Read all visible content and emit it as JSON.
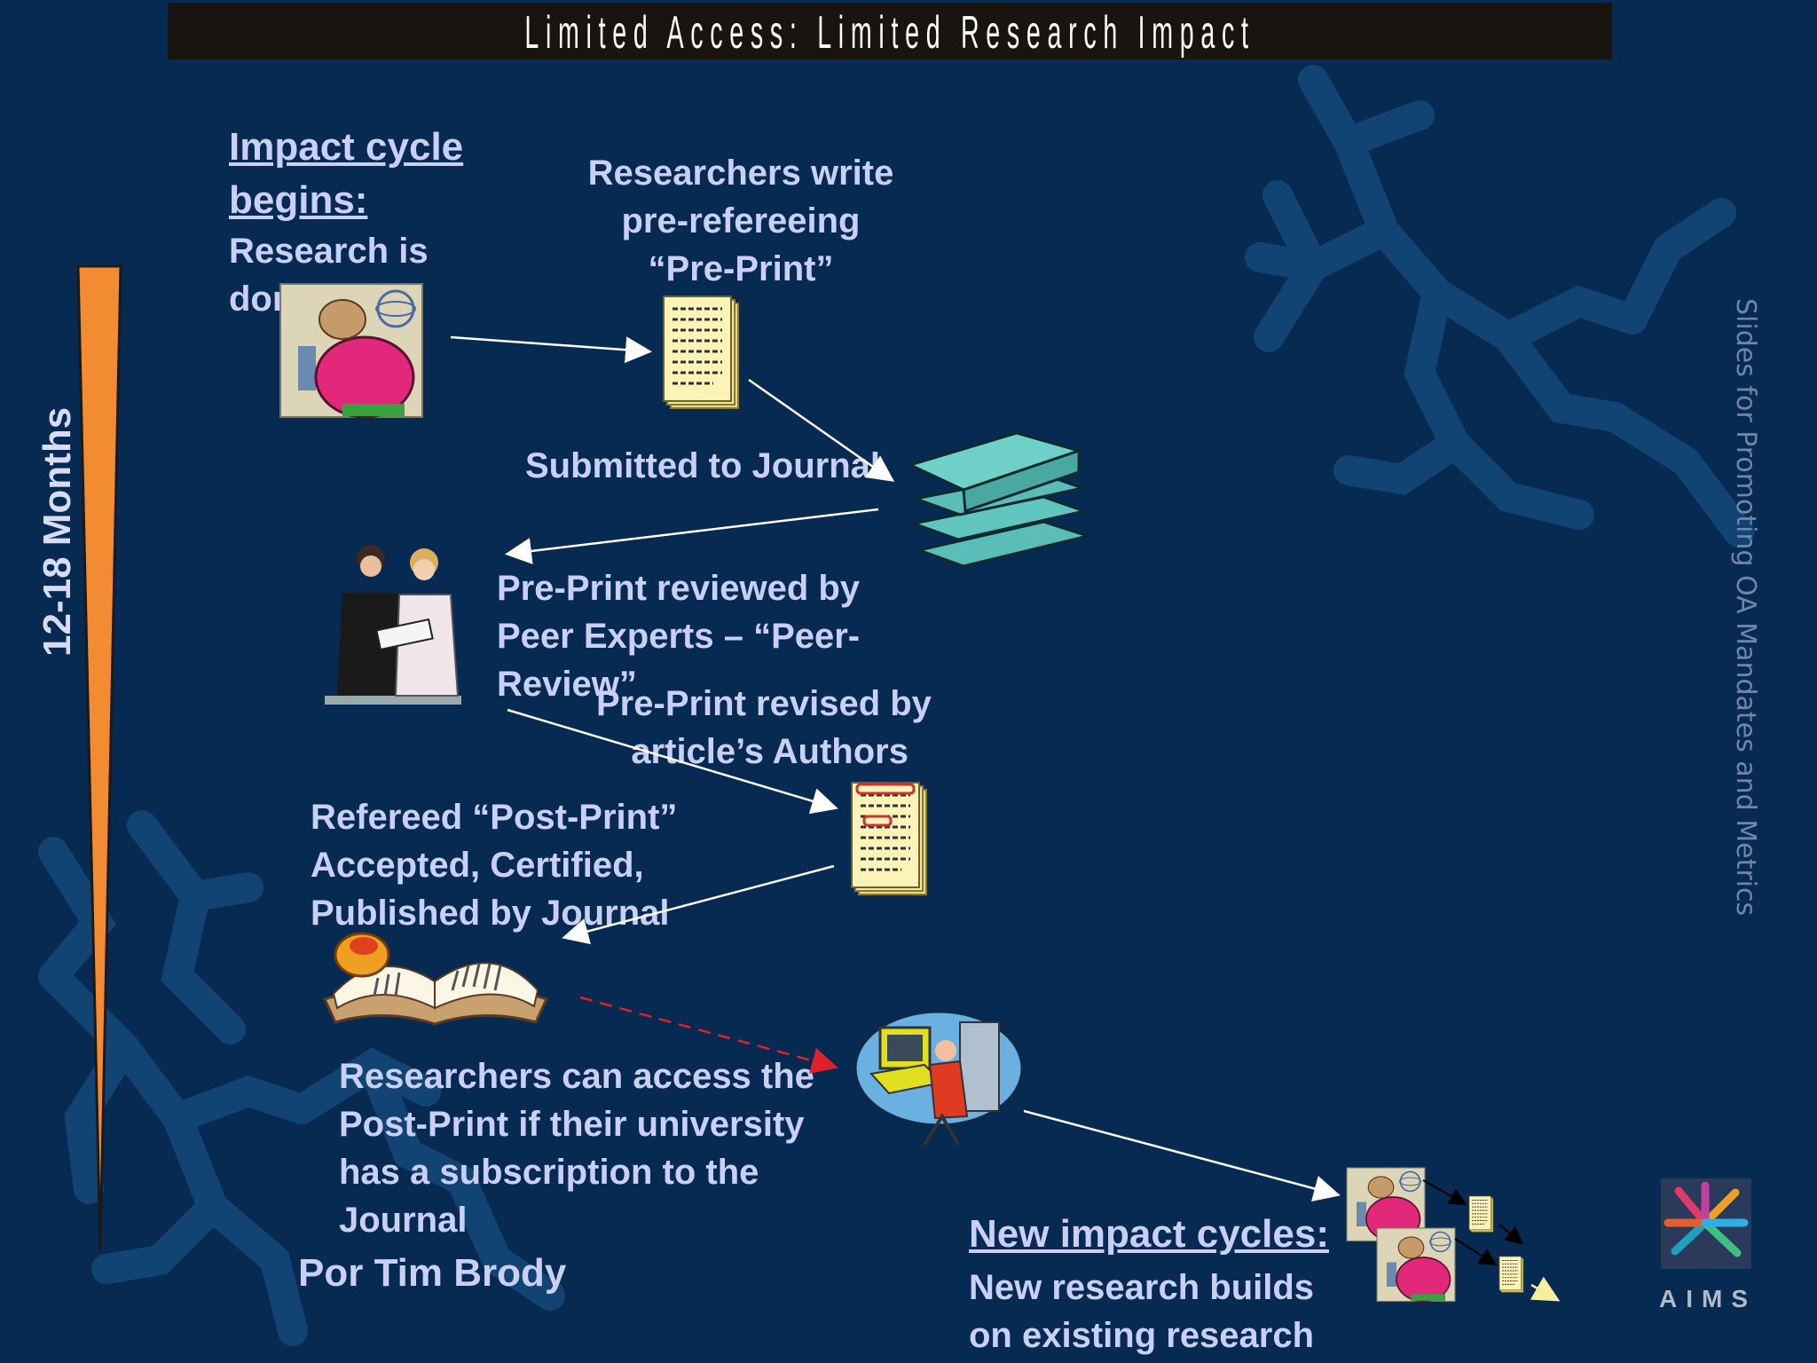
{
  "slide": {
    "title": "Limited Access: Limited Research Impact",
    "timeline_label": "12-18 Months",
    "watermark": "Slides for Promoting OA Mandates and Metrics",
    "logo_text": "AIMS",
    "author": "Por Tim Brody"
  },
  "steps": {
    "start_heading": [
      "Impact cycle",
      "begins:"
    ],
    "start_text": [
      "Research is",
      "done"
    ],
    "preprint": [
      "Researchers write",
      "pre-refereeing",
      "“Pre-Print”"
    ],
    "submitted": "Submitted to Journal",
    "review": [
      "Pre-Print reviewed by",
      "Peer Experts – “Peer-",
      "Review”"
    ],
    "revised": [
      "Pre-Print revised by",
      "article’s Authors"
    ],
    "postprint": [
      "Refereed “Post-Print”",
      "Accepted, Certified,",
      "Published by Journal"
    ],
    "access": [
      "Researchers can access the",
      "Post-Print if their university",
      "has a subscription to the",
      "Journal"
    ],
    "new_cycle_heading": "New impact cycles:",
    "new_cycle_text": [
      "New research builds",
      "on existing research"
    ]
  },
  "icons": {
    "researcher": "researcher-clipart-icon",
    "preprint_doc": "document-icon",
    "journal_stack": "book-stack-icon",
    "peer_reviewers": "reviewers-clipart-icon",
    "revised_doc": "document-icon",
    "open_book": "open-book-icon",
    "computer_user": "computer-user-icon",
    "logo": "aims-logo-icon"
  },
  "colors": {
    "background": "#062a52",
    "title_bar": "#1a1410",
    "label_text": "#c9cff5",
    "timeline_bar": "#f28b32",
    "arrow": "#ffffff",
    "dashed_arrow": "#e0202a"
  }
}
